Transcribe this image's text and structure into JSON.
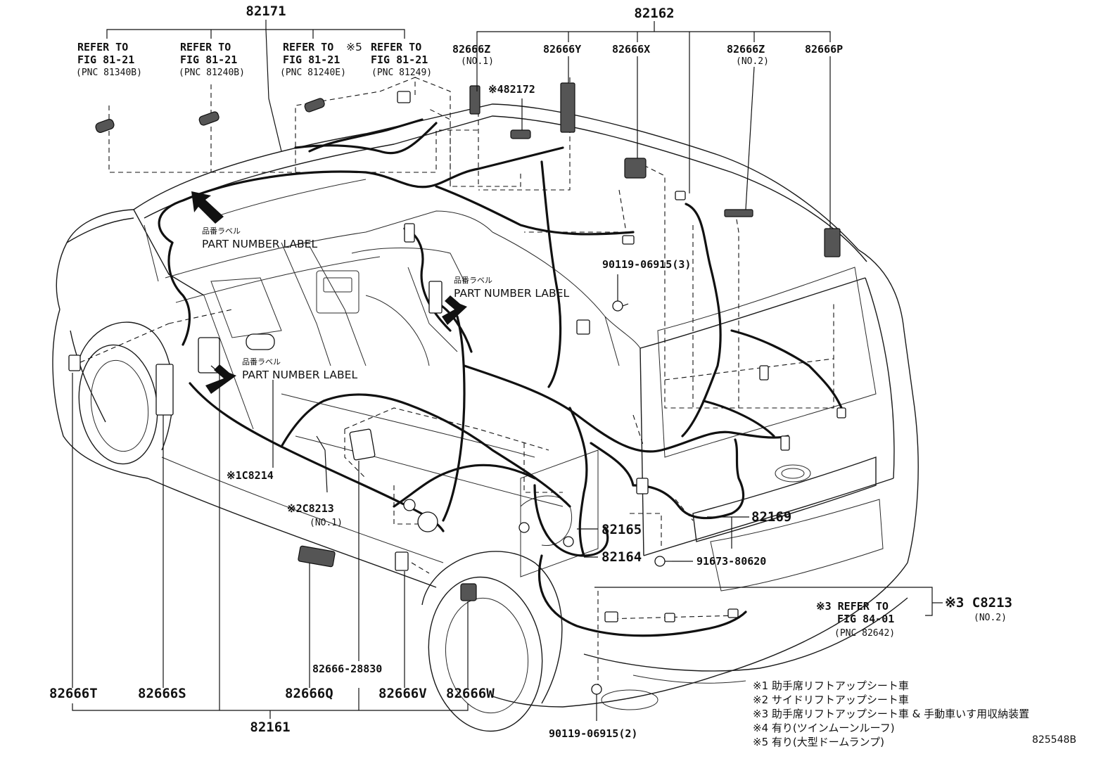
{
  "top_labels": {
    "pn_82171": "82171",
    "pn_82162": "82162",
    "refer_1": [
      "REFER TO",
      "FIG 81-21",
      "(PNC 81340B)"
    ],
    "refer_2": [
      "REFER TO",
      "FIG 81-21",
      "(PNC 81240B)"
    ],
    "refer_3": [
      "REFER TO",
      "FIG 81-21",
      "(PNC 81240E)"
    ],
    "refer_3_mark": "※5",
    "refer_4": [
      "REFER TO",
      "FIG 81-21",
      "(PNC 81249)"
    ],
    "pn_82666Z_1": "82666Z",
    "pn_82666Z_1_sub": "(NO.1)",
    "pn_82666Y": "82666Y",
    "pn_82666X": "82666X",
    "pn_82666Z_2": "82666Z",
    "pn_82666Z_2_sub": "(NO.2)",
    "pn_82666P": "82666P",
    "pn_82172": "※482172"
  },
  "part_number_labels": {
    "jp": "品番ラベル",
    "en": "PART NUMBER LABEL"
  },
  "middle_labels": {
    "bolt_3": "90119-06915(3)",
    "c8214": "※1C8214",
    "c8213_1": "※2C8213",
    "c8213_1_sub": "(NO.1)",
    "pn_82165": "82165",
    "pn_82164": "82164",
    "pn_82169": "82169",
    "bolt_91673": "91673-80620",
    "refer_5": [
      "※3 REFER TO",
      "FIG 84-01",
      "(PNC 82642)"
    ],
    "c8213_2": "※3 C8213",
    "c8213_2_sub": "(NO.2)"
  },
  "bottom_labels": {
    "pn_28830": "82666-28830",
    "pn_82666T": "82666T",
    "pn_82666S": "82666S",
    "pn_82666Q": "82666Q",
    "pn_82666V": "82666V",
    "pn_82666W": "82666W",
    "pn_82161": "82161",
    "bolt_2": "90119-06915(2)"
  },
  "notes": [
    "※1  助手席リフトアップシート車",
    "※2  サイドリフトアップシート車",
    "※3  助手席リフトアップシート車 & 手動車いす用収納装置",
    "※4  有り(ツインムーンルーフ)",
    "※5  有り(大型ドームランプ)"
  ],
  "diagram_code": "825548B"
}
